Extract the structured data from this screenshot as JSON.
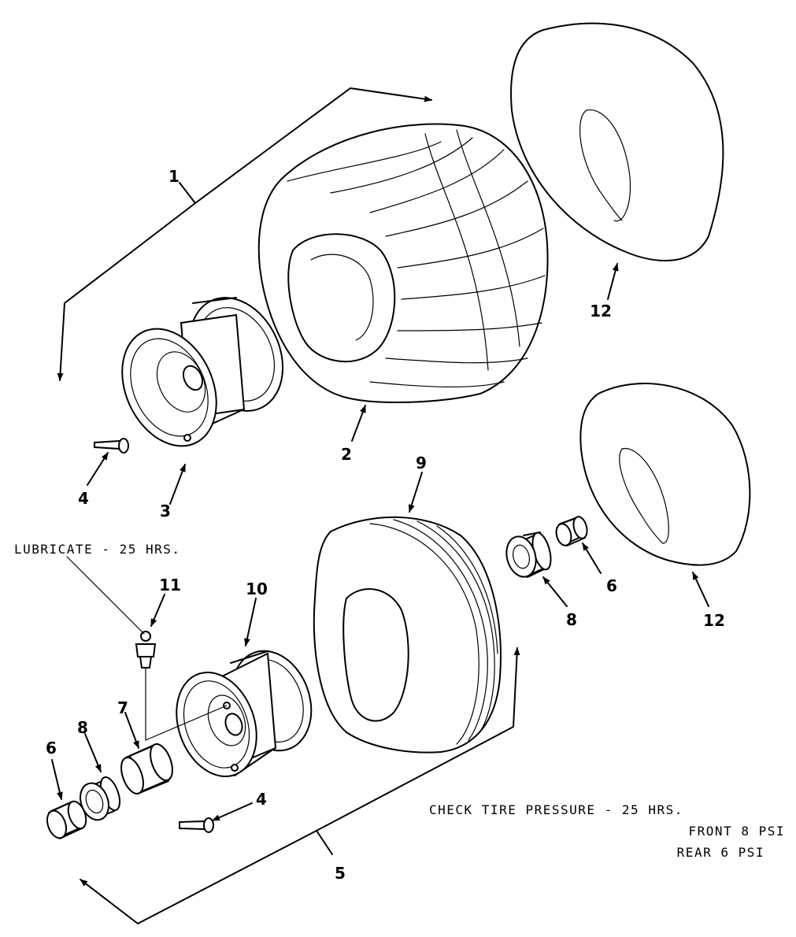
{
  "callouts": {
    "c1": "1",
    "c2": "2",
    "c3": "3",
    "c4a": "4",
    "c4b": "4",
    "c5": "5",
    "c6a": "6",
    "c6b": "6",
    "c7": "7",
    "c8a": "8",
    "c8b": "8",
    "c9": "9",
    "c10": "10",
    "c11": "11",
    "c12a": "12",
    "c12b": "12"
  },
  "notes": {
    "lubricate": "LUBRICATE - 25 HRS.",
    "tire_pressure": "CHECK TIRE PRESSURE - 25 HRS.",
    "front": "FRONT 8 PSI",
    "rear": "REAR 6 PSI"
  }
}
